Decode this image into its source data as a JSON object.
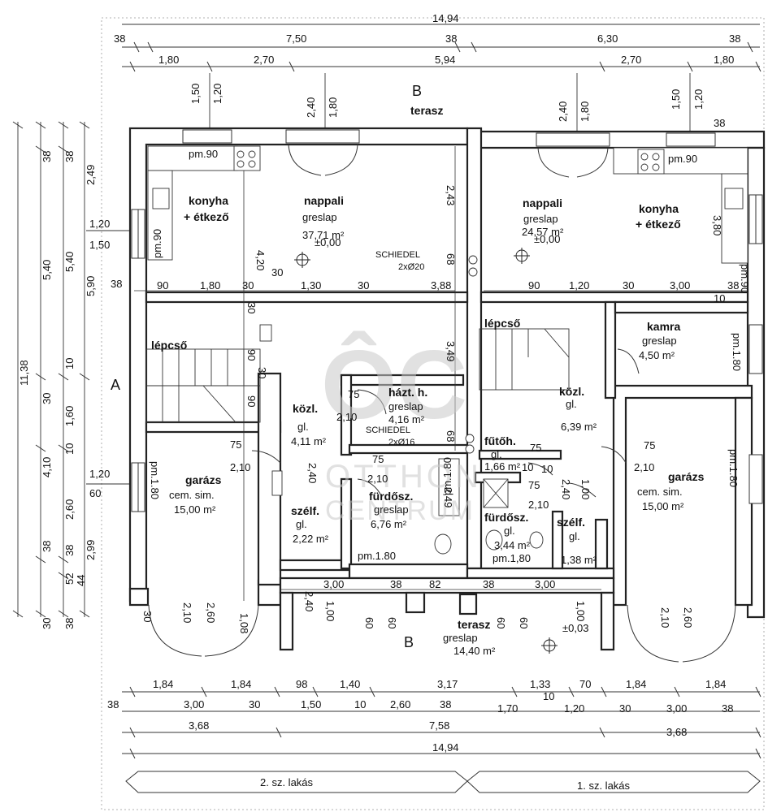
{
  "rooms": {
    "konyha2": {
      "name": "konyha",
      "name2": "+ étkező"
    },
    "nappali2": {
      "name": "nappali",
      "mat": "greslap",
      "area": "37,71 m²",
      "lvl": "±0,00"
    },
    "nappali1": {
      "name": "nappali",
      "mat": "greslap",
      "area": "24,57 m²",
      "lvl": "±0,00"
    },
    "konyha1": {
      "name": "konyha",
      "name2": "+ étkező"
    },
    "lepcso2": {
      "name": "lépcső"
    },
    "lepcso1": {
      "name": "lépcső"
    },
    "kamra": {
      "name": "kamra",
      "mat": "greslap",
      "area": "4,50 m²"
    },
    "hazt": {
      "name": "házt. h.",
      "mat": "greslap",
      "area": "4,16 m²"
    },
    "kozl2": {
      "name": "közl.",
      "mat": "gl.",
      "area": "4,11 m²"
    },
    "kozl1": {
      "name": "közl.",
      "mat": "gl.",
      "area": "6,39 m²"
    },
    "futoh": {
      "name": "fűtőh.",
      "mat": "gl.",
      "area": "1,66 m²"
    },
    "garazs2": {
      "name": "garázs",
      "mat": "cem. sim.",
      "area": "15,00 m²"
    },
    "garazs1": {
      "name": "garázs",
      "mat": "cem. sim.",
      "area": "15,00 m²"
    },
    "szelf2": {
      "name": "szélf.",
      "mat": "gl.",
      "area": "2,22 m²"
    },
    "szelf1": {
      "name": "szélf.",
      "mat": "gl.",
      "area": "1,38 m²"
    },
    "furdo2": {
      "name": "fürdősz.",
      "mat": "greslap",
      "area": "6,76 m²"
    },
    "furdo1": {
      "name": "fürdősz.",
      "mat": "gl.",
      "area": "3,44 m²"
    },
    "terasz_top": {
      "name": "terasz"
    },
    "terasz_bot": {
      "name": "terasz",
      "mat": "greslap",
      "area": "14,40 m²"
    }
  },
  "notes": {
    "schiedel1": "SCHIEDEL",
    "schiedel1b": "2xØ20",
    "schiedel2": "SCHIEDEL",
    "schiedel2b": "2xØ16",
    "pm90a": "pm.90",
    "pm90b": "pm.90",
    "pm90c": "pm.90",
    "pm90d": "pm.90",
    "pm180a": "pm.1.80",
    "pm180b": "pm.1.80",
    "pm180c": "pm.1.80",
    "pm180d": "pm.1.80",
    "pm180e": "pm.1,80",
    "pm180f": "pm.1.80",
    "lvl003": "±0,03",
    "b_mark": "B",
    "a_mark": "A"
  },
  "top_dims": {
    "total": "14,94",
    "r1": [
      "38",
      "7,50",
      "38",
      "6,30",
      "38"
    ],
    "r2": [
      "1,80",
      "2,70",
      "5,94",
      "2,70",
      "1,80"
    ],
    "v": [
      "1,50",
      "1,20",
      "2,40",
      "1,80",
      "2,40",
      "1,80",
      "1,50",
      "1,20",
      "38"
    ]
  },
  "bottom_dims": {
    "r1": [
      "1,84",
      "1,84",
      "98",
      "1,40",
      "3,17",
      "1,33",
      "70",
      "1,84",
      "1,84",
      "10"
    ],
    "r2": [
      "38",
      "3,00",
      "30",
      "1,50",
      "10",
      "2,60",
      "38",
      "1,70",
      "1,20",
      "30",
      "3,00",
      "38"
    ],
    "r3": [
      "3,68",
      "7,58",
      "3,68"
    ],
    "total": "14,94",
    "units": [
      "2. sz. lakás",
      "1. sz. lakás"
    ]
  },
  "left_dims": [
    "2,49",
    "38",
    "38",
    "5,40",
    "5,40",
    "11,38",
    "5,90",
    "10",
    "30",
    "1,60",
    "10",
    "4,10",
    "2,60",
    "38",
    "38",
    "52",
    "30",
    "38",
    "2,99",
    "44",
    "1,20",
    "1,50",
    "1,20",
    "60"
  ],
  "inner_dims": [
    "38",
    "90",
    "1,80",
    "30",
    "1,30",
    "30",
    "3,88",
    "90",
    "1,20",
    "30",
    "3,00",
    "38",
    "10",
    "4,20",
    "3,80",
    "2,43",
    "68",
    "3,49",
    "30",
    "30",
    "30",
    "90",
    "90",
    "2,10",
    "75",
    "75",
    "2,10",
    "2,40",
    "2,10",
    "75",
    "2,49",
    "68",
    "75",
    "10",
    "10",
    "2,10",
    "75",
    "2,40",
    "1,00",
    "2,10",
    "75",
    "3,00",
    "38",
    "82",
    "38",
    "3,00",
    "2,40",
    "1,00",
    "60",
    "60",
    "60",
    "60",
    "1,08",
    "2,10",
    "2,60",
    "2,10",
    "2,60",
    "1,00",
    "30"
  ],
  "watermark": {
    "logo": "ÔC",
    "text1": "OTTHON",
    "text2": "CENTRUM"
  }
}
